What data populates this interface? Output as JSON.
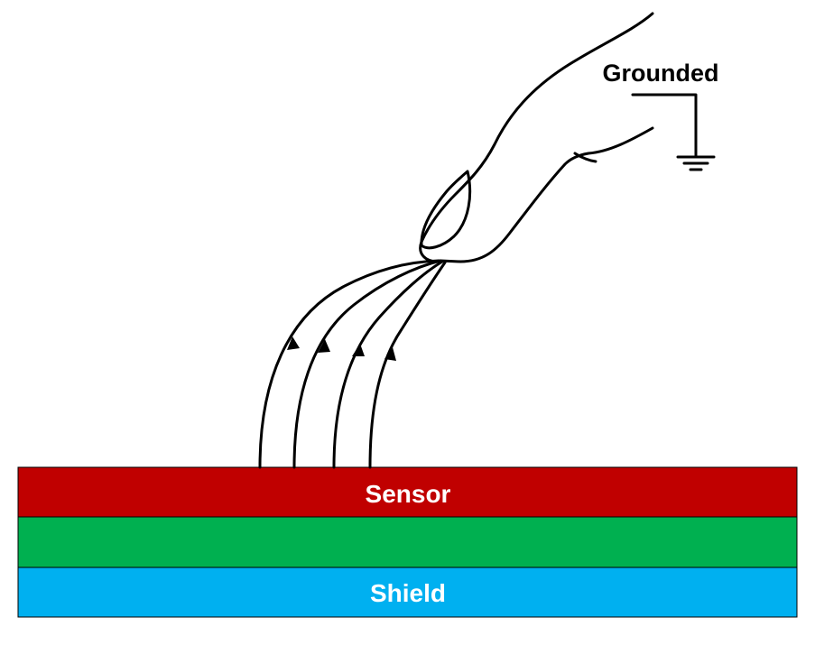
{
  "labels": {
    "grounded": "Grounded",
    "sensor": "Sensor",
    "shield": "Shield"
  },
  "colors": {
    "sensor": "#C00000",
    "middle": "#00B050",
    "shield": "#00B0F0",
    "line": "#000000"
  },
  "icons": {
    "ground": "ground-symbol-icon",
    "finger": "finger-icon",
    "arrow": "arrowhead-icon"
  }
}
